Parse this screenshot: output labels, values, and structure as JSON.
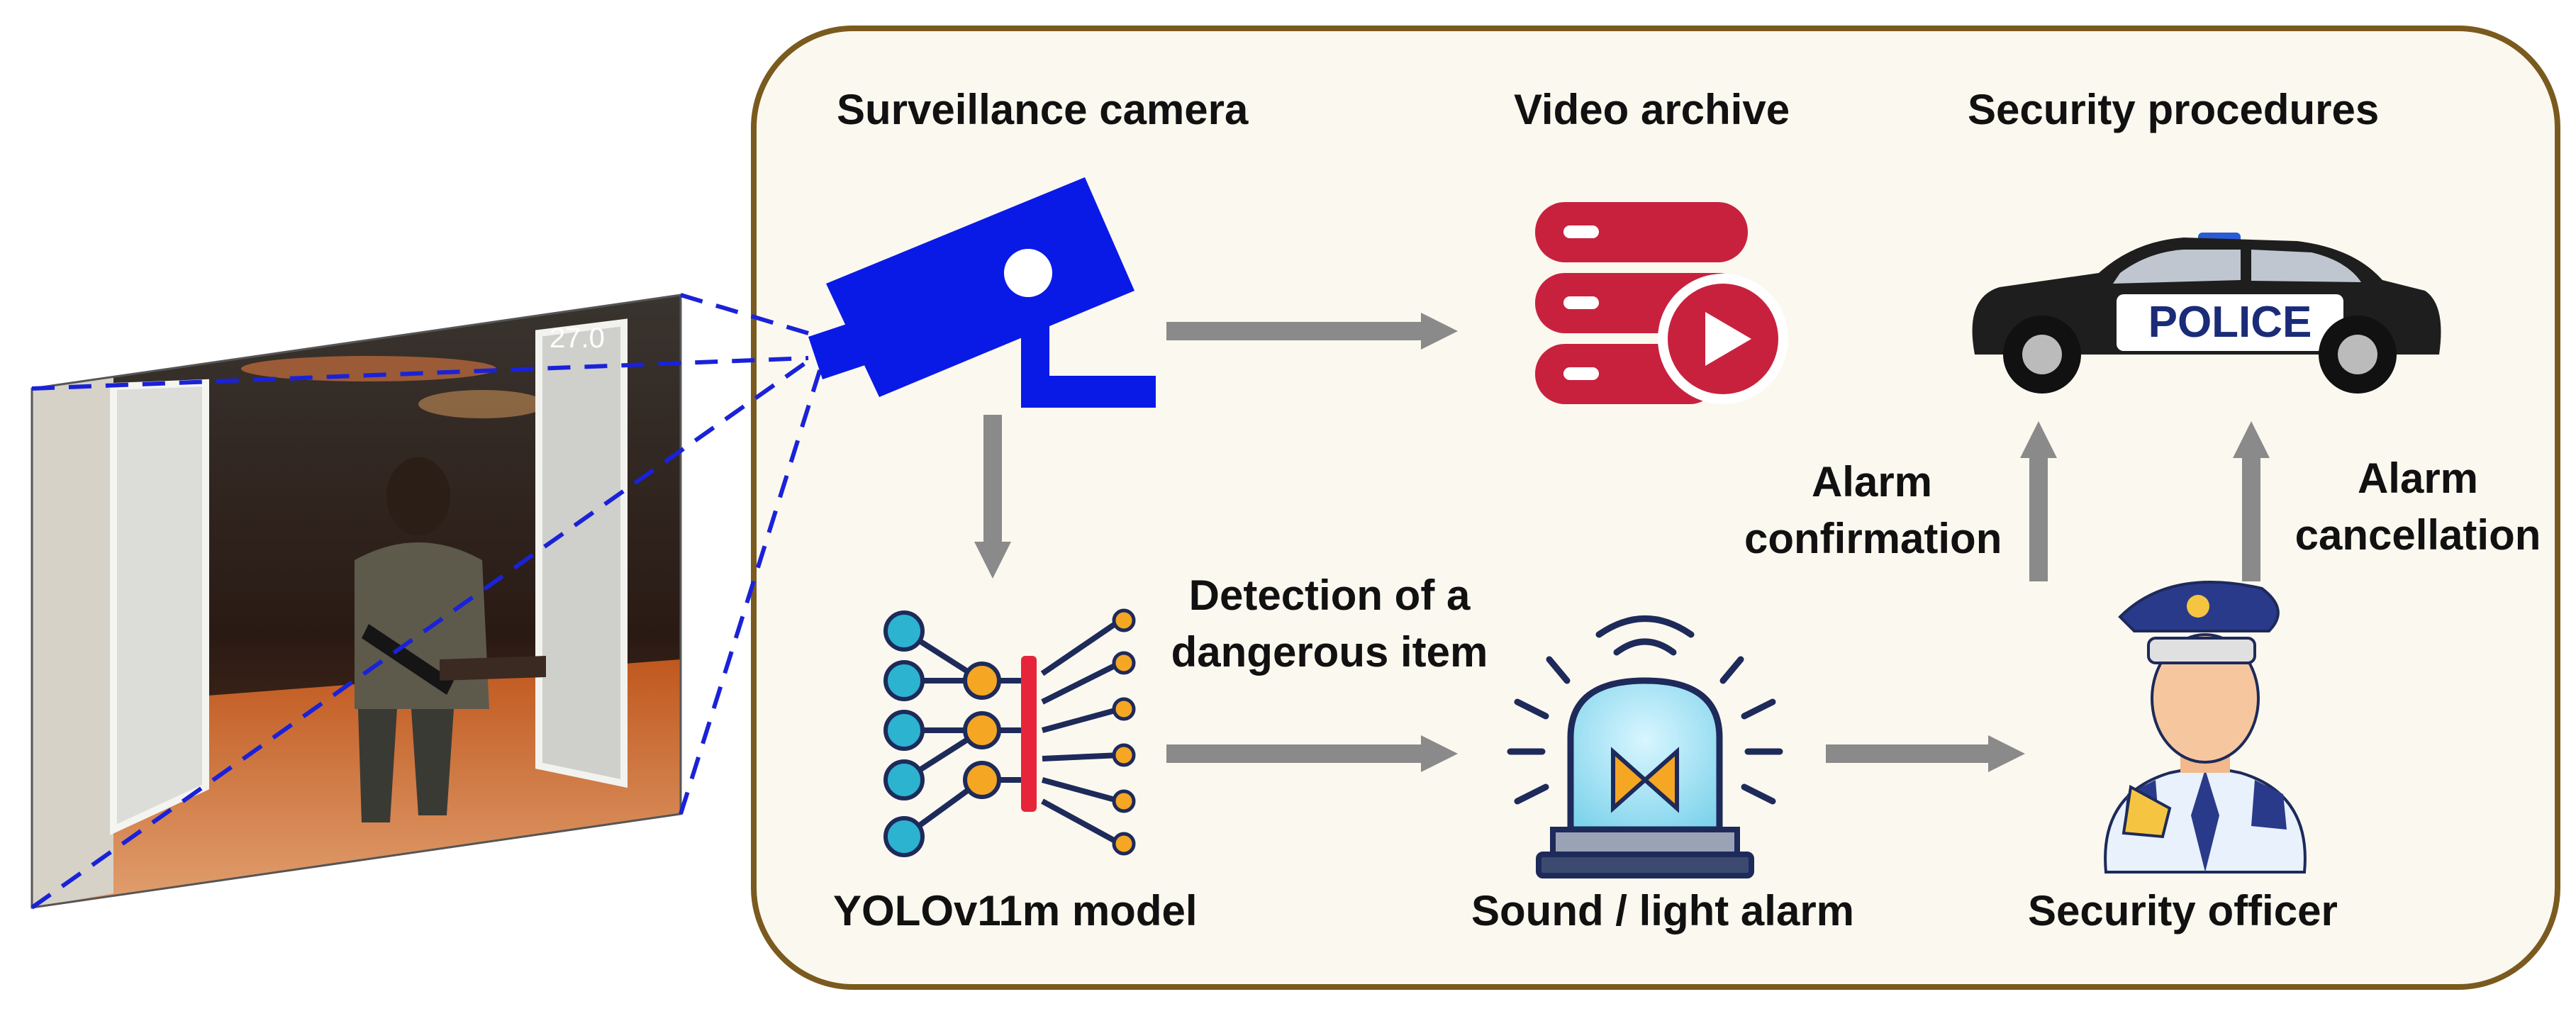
{
  "diagram": {
    "nodes": {
      "surveillance_camera": {
        "label": "Surveillance camera"
      },
      "video_archive": {
        "label": "Video archive"
      },
      "security_procedures": {
        "label": "Security procedures"
      },
      "yolo_model": {
        "label": "YOLOv11m model"
      },
      "alarm": {
        "label": "Sound / light alarm"
      },
      "security_officer": {
        "label": "Security officer"
      }
    },
    "edges": {
      "detection": {
        "line1": "Detection of a",
        "line2": "dangerous item"
      },
      "confirmation": {
        "line1": "Alarm",
        "line2": "confirmation"
      },
      "cancellation": {
        "line1": "Alarm",
        "line2": "cancellation"
      }
    },
    "car": {
      "sign": "POLICE"
    },
    "camera_feed": {
      "timestamp": "27.0"
    }
  },
  "colors": {
    "frame_border": "#7a5a1e",
    "frame_fill": "#fbf8ef",
    "camera_blue": "#0a1ae6",
    "archive_red": "#c8213e",
    "arrow_gray": "#8a8a8a",
    "node_teal": "#2bb3d0",
    "node_orange": "#f5a623"
  },
  "icons": [
    "camera-icon",
    "video-archive-icon",
    "police-car-icon",
    "neural-network-icon",
    "alarm-beacon-icon",
    "security-officer-icon",
    "camera-feed-image"
  ]
}
